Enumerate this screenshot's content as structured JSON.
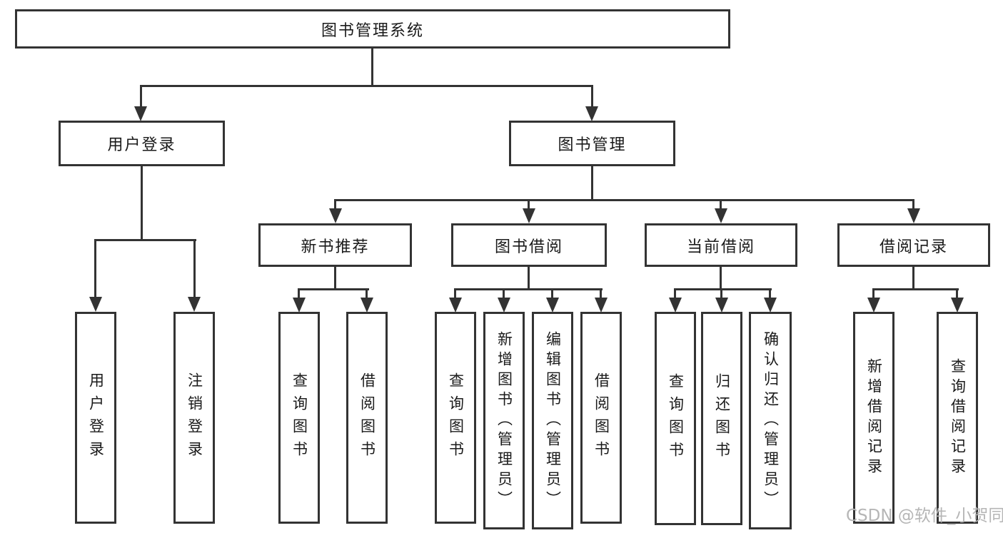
{
  "diagram": {
    "type": "hierarchy-tree",
    "root": {
      "label": "图书管理系统",
      "children": [
        {
          "label": "用户登录",
          "children": [
            {
              "label": "用户登录"
            },
            {
              "label": "注销登录"
            }
          ]
        },
        {
          "label": "图书管理",
          "children": [
            {
              "label": "新书推荐",
              "children": [
                {
                  "label": "查询图书"
                },
                {
                  "label": "借阅图书"
                }
              ]
            },
            {
              "label": "图书借阅",
              "children": [
                {
                  "label": "查询图书"
                },
                {
                  "label": "新增图书（管理员）"
                },
                {
                  "label": "编辑图书（管理员）"
                },
                {
                  "label": "借阅图书"
                }
              ]
            },
            {
              "label": "当前借阅",
              "children": [
                {
                  "label": "查询图书"
                },
                {
                  "label": "归还图书"
                },
                {
                  "label": "确认归还（管理员）"
                }
              ]
            },
            {
              "label": "借阅记录",
              "children": [
                {
                  "label": "新增借阅记录"
                },
                {
                  "label": "查询借阅记录"
                }
              ]
            }
          ]
        }
      ]
    }
  },
  "watermark": {
    "text": "CSDN @软件_小贺同学"
  },
  "colors": {
    "line": "#333333",
    "text": "#1a1a1a",
    "watermark": "#b6b6b6",
    "background": "#ffffff"
  }
}
